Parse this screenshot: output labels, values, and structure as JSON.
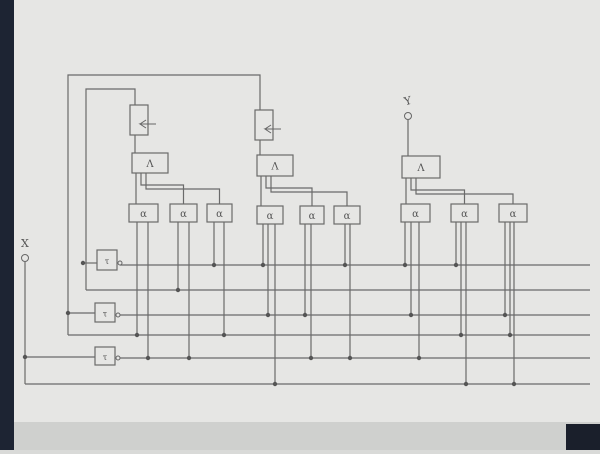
{
  "diagram": {
    "input_label": "X",
    "output_label": "Y",
    "trigger_glyph": "<",
    "and_glyph": "Λ",
    "element_glyph": "α",
    "inverter_glyph": "τ"
  },
  "colors": {
    "paper": "#e6e6e4",
    "ink": "#6a6a6a",
    "edge": "#1d2433"
  }
}
